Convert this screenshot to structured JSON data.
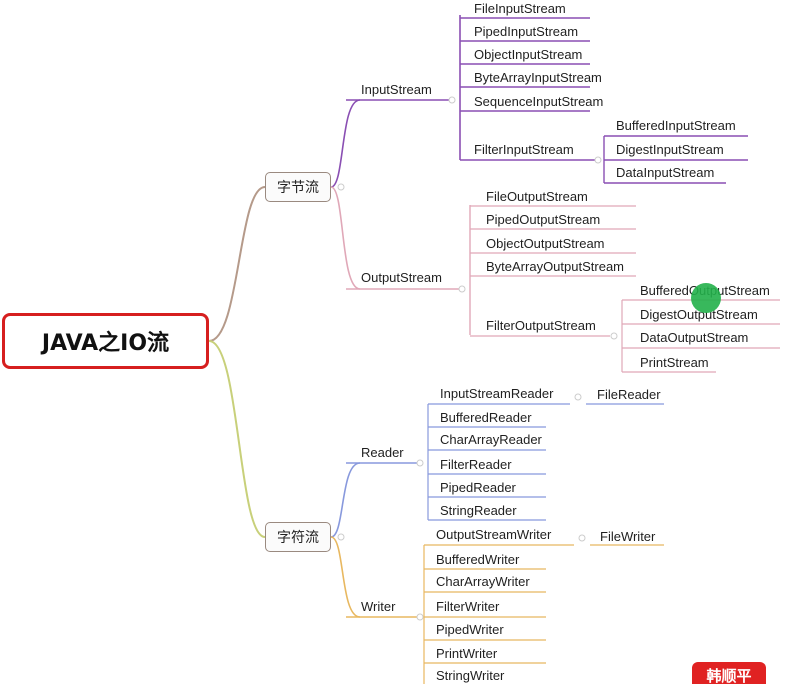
{
  "root": {
    "label": "JAVA之IO流"
  },
  "byte_stream": {
    "label": "字节流",
    "input": {
      "label": "InputStream",
      "children": [
        "FileInputStream",
        "PipedInputStream",
        "ObjectInputStream",
        "ByteArrayInputStream",
        "SequenceInputStream",
        "FilterInputStream"
      ],
      "filter_children": [
        "BufferedInputStream",
        "DigestInputStream",
        "DataInputStream"
      ]
    },
    "output": {
      "label": "OutputStream",
      "children": [
        "FileOutputStream",
        "PipedOutputStream",
        "ObjectOutputStream",
        "ByteArrayOutputStream",
        "FilterOutputStream"
      ],
      "filter_children": [
        "BufferedOutputStream",
        "DigestOutputStream",
        "DataOutputStream",
        "PrintStream"
      ]
    }
  },
  "char_stream": {
    "label": "字符流",
    "reader": {
      "label": "Reader",
      "children": [
        "InputStreamReader",
        "BufferedReader",
        "CharArrayReader",
        "FilterReader",
        "PipedReader",
        "StringReader"
      ],
      "isr_child": "FileReader"
    },
    "writer": {
      "label": "Writer",
      "children": [
        "OutputStreamWriter",
        "BufferedWriter",
        "CharArrayWriter",
        "FilterWriter",
        "PipedWriter",
        "PrintWriter",
        "StringWriter"
      ],
      "osw_child": "FileWriter"
    }
  },
  "watermark": {
    "label": "韩顺平"
  },
  "colors": {
    "root_border": "#d61f1f",
    "input_branch": "#8a4fb3",
    "output_branch": "#e0a8b8",
    "reader_branch": "#8899dd",
    "writer_branch": "#e8b860",
    "edge_main": "#b59a8a"
  }
}
